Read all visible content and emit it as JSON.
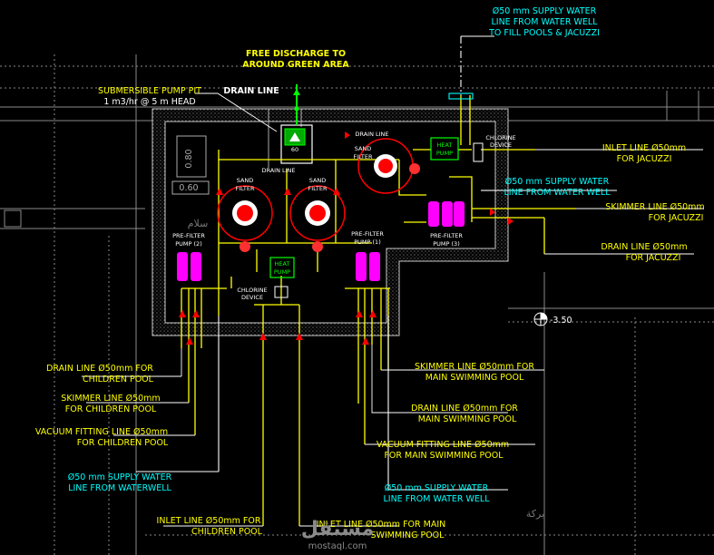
{
  "colors": {
    "background": "#000000",
    "wall": "#c8c8c8",
    "pipe_yellow": "#ffff00",
    "pipe_white": "#ffffff",
    "label_white": "#ffffff",
    "label_cyan": "#00ffff",
    "label_yellow": "#ffff00",
    "pump_magenta": "#ff00ff",
    "filter_red": "#ff0000",
    "drain_green": "#00ff00"
  },
  "notes": {
    "supply_top_1": "Ø50 mm SUPPLY WATER",
    "supply_top_2": "LINE FROM WATER WELL",
    "supply_top_3": "TO FILL POOLS & JACUZZI",
    "free_discharge_1": "FREE DISCHARGE TO",
    "free_discharge_2": "AROUND GREEN AREA",
    "sub_pump_1": "SUBMERSIBLE PUMP PIT",
    "sub_pump_2": "1 m3/hr @ 5 m HEAD",
    "drain_line_top": "DRAIN LINE",
    "drain_line_small": "DRAIN LINE",
    "drain_line_red": "DRAIN LINE",
    "heat_pump_right_1": "HEAT",
    "heat_pump_right_2": "PUMP",
    "chlorine_right_1": "CHLORINE",
    "chlorine_right_2": "DEVICE",
    "inlet_jacuzzi_1": "INLET LINE Ø50mm",
    "inlet_jacuzzi_2": "FOR JACUZZI",
    "supply_mid_1": "Ø50 mm SUPPLY WATER",
    "supply_mid_2": "LINE FROM WATER WELL",
    "skimmer_jacuzzi_1": "SKIMMER LINE Ø50mm",
    "skimmer_jacuzzi_2": "FOR JACUZZI",
    "drain_jacuzzi_1": "DRAIN LINE Ø50mm",
    "drain_jacuzzi_2": "FOR JACUZZI",
    "sand_filter_jac_1": "SAND",
    "sand_filter_jac_2": "FILTER",
    "sand_filter_left_1": "SAND",
    "sand_filter_left_2": "FILTER",
    "sand_filter_mid_1": "SAND",
    "sand_filter_mid_2": "FILTER",
    "prefilter_2_1": "PRE-FILTER",
    "prefilter_2_2": "PUMP (2)",
    "prefilter_1_1": "PRE-FILTER",
    "prefilter_1_2": "PUMP (1)",
    "prefilter_3_1": "PRE-FILTER",
    "prefilter_3_2": "PUMP (3)",
    "heat_pump_mid_1": "HEAT",
    "heat_pump_mid_2": "PUMP",
    "chlorine_mid_1": "CHLORINE",
    "chlorine_mid_2": "DEVICE",
    "level": "-3.50",
    "num_60": "60",
    "num_080": "0.80",
    "num_060": "0.60",
    "drain_children_1": "DRAIN LINE Ø50mm FOR",
    "drain_children_2": "CHILDREN POOL",
    "skimmer_children_1": "SKIMMER LINE Ø50mm",
    "skimmer_children_2": "FOR CHILDREN POOL",
    "vacuum_children_1": "VACUUM FITTING LINE Ø50mm",
    "vacuum_children_2": "FOR CHILDREN POOL",
    "supply_bottom_left_1": "Ø50 mm SUPPLY WATER",
    "supply_bottom_left_2": "LINE FROM WATERWELL",
    "inlet_children_1": "INLET LINE Ø50mm FOR",
    "inlet_children_2": "CHILDREN POOL",
    "inlet_main_1": "INLET LINE Ø50mm FOR MAIN",
    "inlet_main_2": "SWIMMING POOL",
    "skimmer_main_1": "SKIMMER LINE Ø50mm FOR",
    "skimmer_main_2": "MAIN SWIMMING POOL",
    "drain_main_1": "DRAIN LINE Ø50mm FOR",
    "drain_main_2": "MAIN SWIMMING POOL",
    "vacuum_main_1": "VACUUM FITTING LINE Ø50mm",
    "vacuum_main_2": "FOR MAIN SWIMMING POOL",
    "supply_bottom_right_1": "Ø50 mm SUPPLY WATER",
    "supply_bottom_right_2": "LINE FROM WATER WELL",
    "watermark_arabic": "مستقل",
    "watermark_latin": "mostaql.com",
    "watermark_baraka": "بركة",
    "watermark_salam": "سلام"
  }
}
